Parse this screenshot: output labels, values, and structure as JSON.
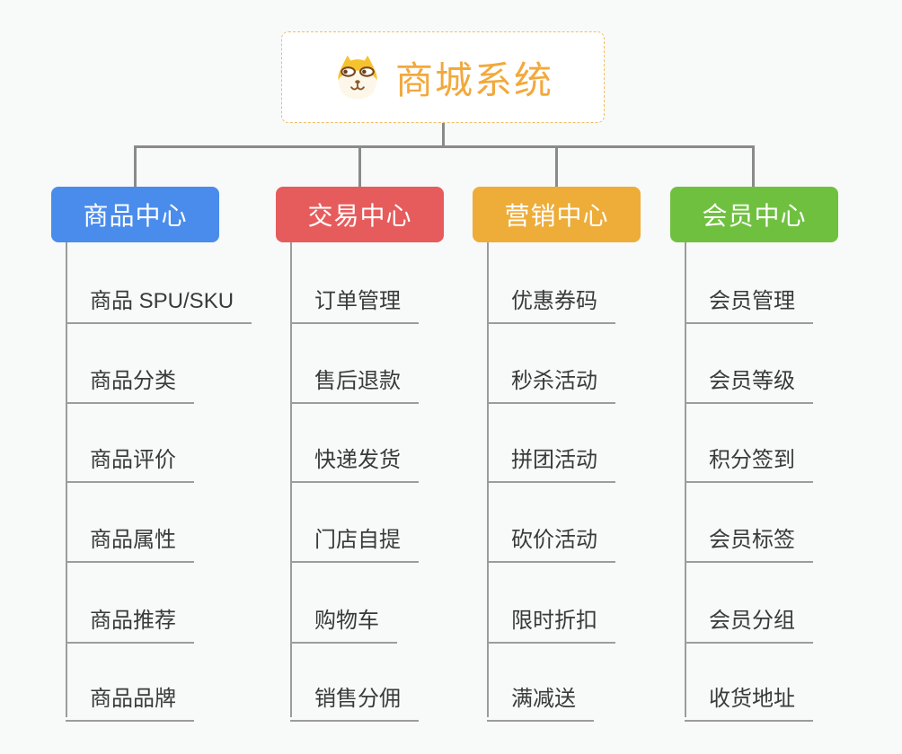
{
  "root": {
    "label": "商城系统",
    "icon": "shiba-dog-icon",
    "text_color": "#f2a93c",
    "border_color": "#f0be62"
  },
  "connector_color": "#8a8a8a",
  "leaf_line_color": "#9c9c9c",
  "branches": [
    {
      "label": "商品中心",
      "color": "#4a8cec",
      "items": [
        "商品 SPU/SKU",
        "商品分类",
        "商品评价",
        "商品属性",
        "商品推荐",
        "商品品牌"
      ]
    },
    {
      "label": "交易中心",
      "color": "#e65c5c",
      "items": [
        "订单管理",
        "售后退款",
        "快递发货",
        "门店自提",
        "购物车",
        "销售分佣"
      ]
    },
    {
      "label": "营销中心",
      "color": "#eeac38",
      "items": [
        "优惠券码",
        "秒杀活动",
        "拼团活动",
        "砍价活动",
        "限时折扣",
        "满减送"
      ]
    },
    {
      "label": "会员中心",
      "color": "#70c040",
      "items": [
        "会员管理",
        "会员等级",
        "积分签到",
        "会员标签",
        "会员分组",
        "收货地址"
      ]
    }
  ]
}
